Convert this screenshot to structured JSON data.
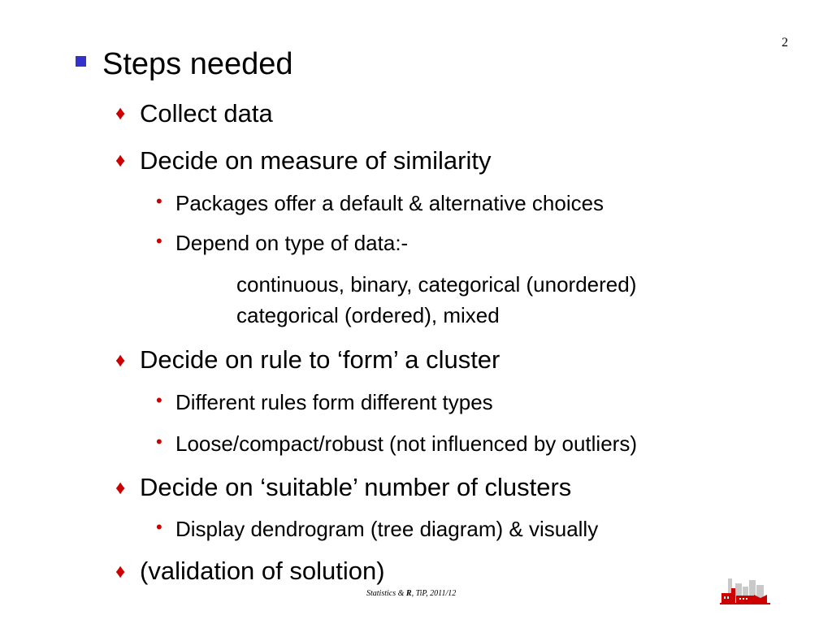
{
  "slide": {
    "page_number": "2",
    "heading": "Steps needed",
    "items": [
      {
        "text": "Collect data"
      },
      {
        "text": "Decide on measure of similarity",
        "subitems": [
          "Packages offer a default & alternative choices",
          "Depend on type of data:-"
        ],
        "continuation": [
          "continuous, binary, categorical (unordered)",
          "categorical (ordered), mixed"
        ]
      },
      {
        "text": "Decide on rule to ‘form’ a cluster",
        "subitems": [
          "Different rules form different types",
          "Loose/compact/robust (not influenced by outliers)"
        ]
      },
      {
        "text": "Decide on ‘suitable’ number of clusters",
        "subitems": [
          "Display dendrogram (tree diagram) & visually"
        ]
      },
      {
        "text": "(validation of solution)"
      }
    ],
    "footer": {
      "prefix": "Statistics & ",
      "bold": "R",
      "suffix": ", TiP, 2011/12"
    }
  },
  "colors": {
    "square_bullet": "#3333cc",
    "diamond_bullet": "#cc0000",
    "dot_bullet": "#cc0000",
    "logo": "#cc0000"
  },
  "icons": {
    "square_bullet": "blue-square-icon",
    "diamond_bullet": "red-diamond-icon",
    "dot_bullet": "red-dot-icon",
    "logo": "factory-skyline-logo-icon"
  }
}
